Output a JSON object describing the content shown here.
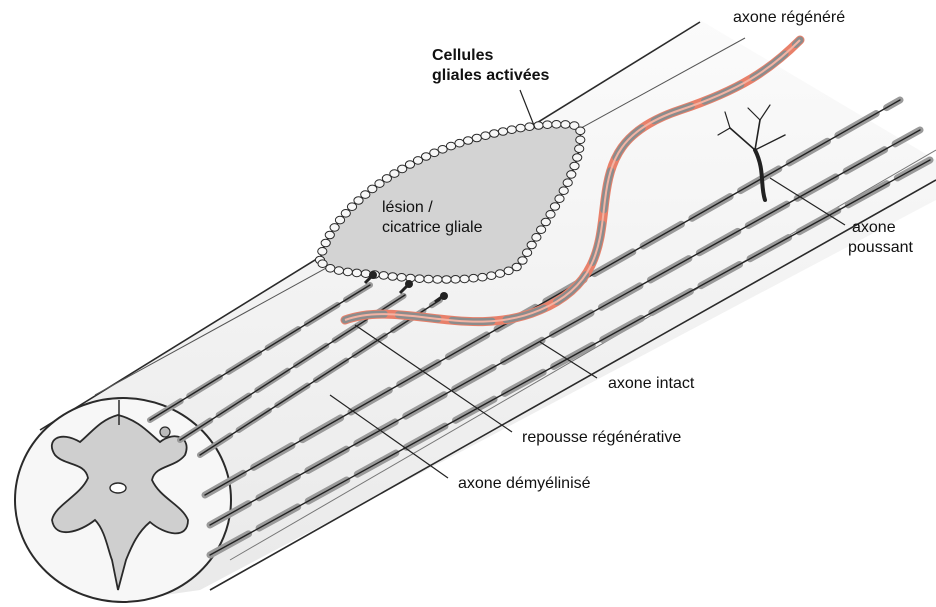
{
  "labels": {
    "regenerated_axon": "axone régénéré",
    "activated_glial_cells_line1": "Cellules",
    "activated_glial_cells_line2": "gliales activées",
    "lesion_line1": "lésion /",
    "lesion_line2": "cicatrice gliale",
    "sprouting_axon_line1": "axone",
    "sprouting_axon_line2": "poussant",
    "intact_axon": "axone intact",
    "regenerative_regrowth": "repousse régénérative",
    "demyelinated_axon": "axone démyélinisé"
  },
  "colors": {
    "background": "#ffffff",
    "cord_outline": "#2a2a2a",
    "cord_surface": "#f4f4f4",
    "gray_matter": "#cfcfcf",
    "lesion_fill": "#d3d3d3",
    "myelin": "#8c8c8c",
    "regrowth": "#e8806a",
    "regrowth_core": "#f3b3a3"
  }
}
